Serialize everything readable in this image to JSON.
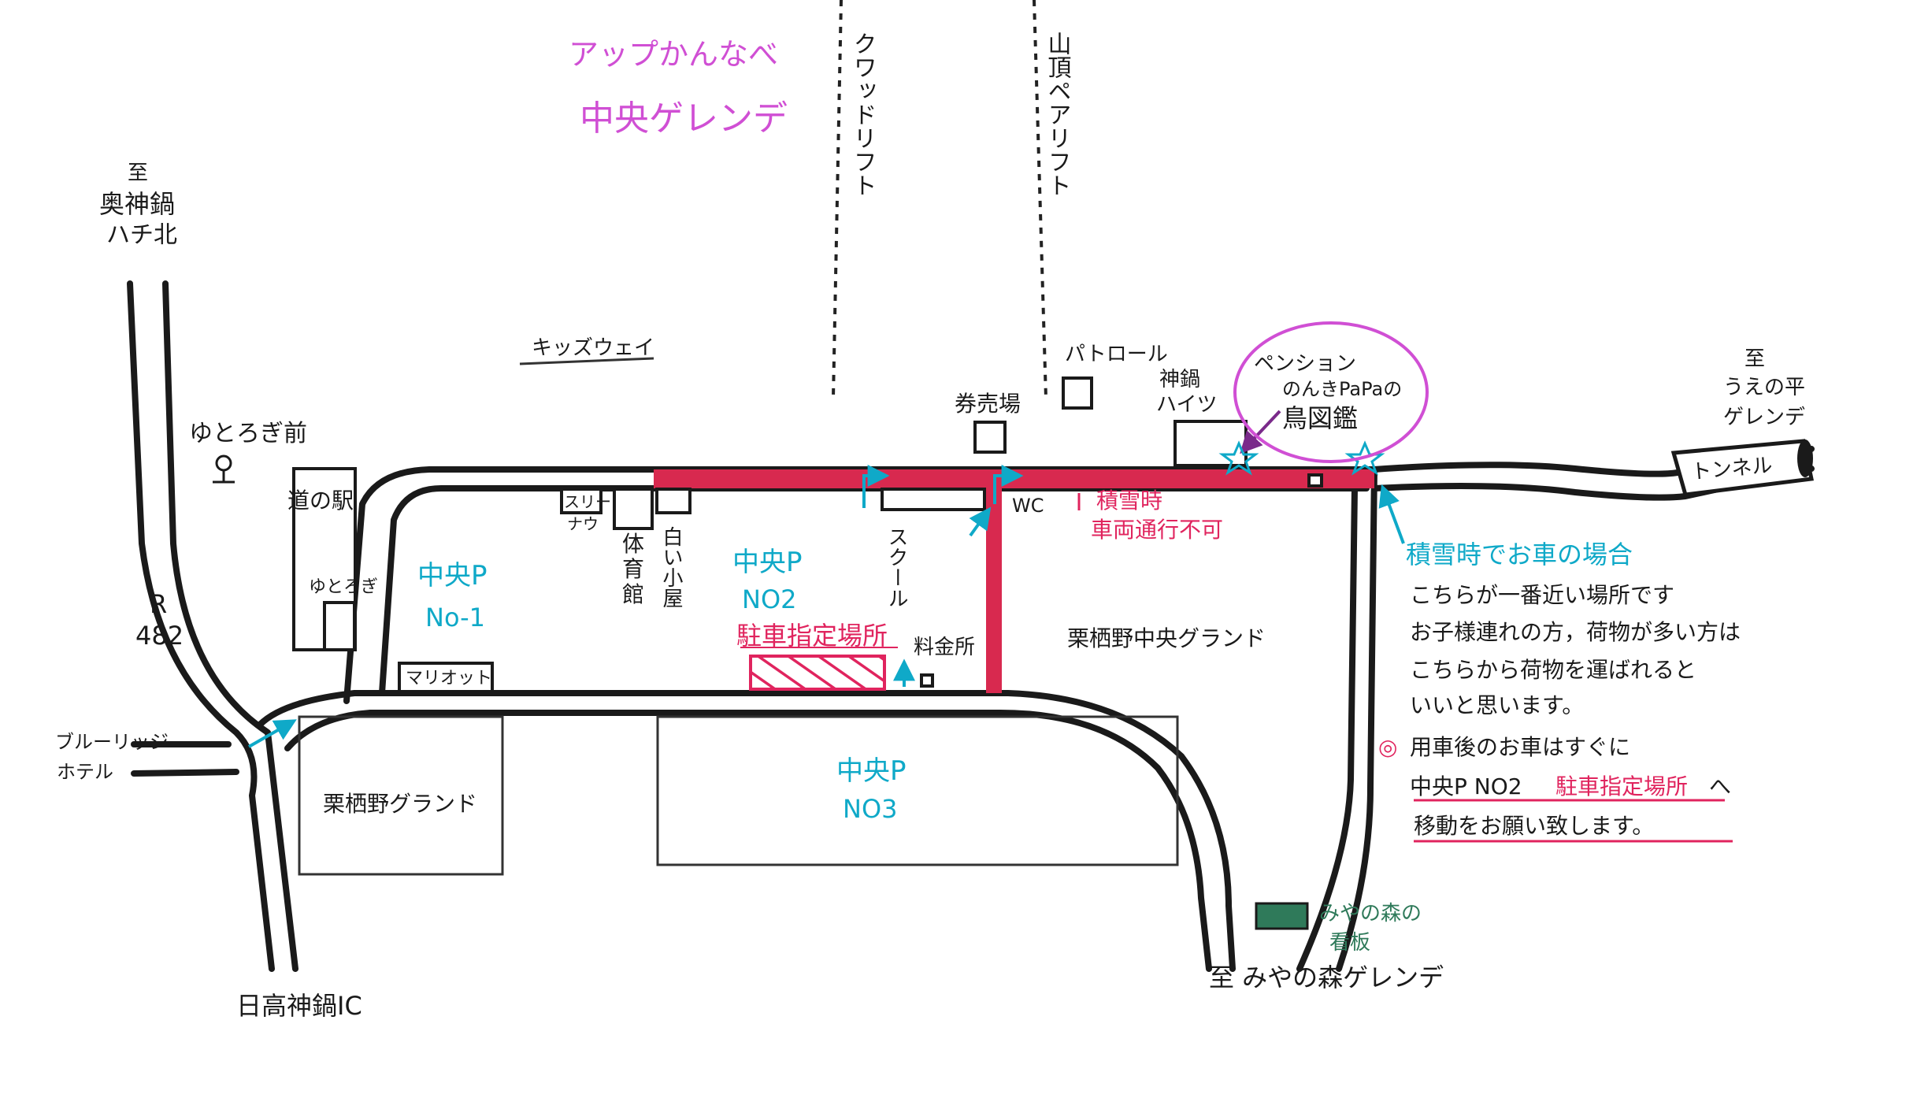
{
  "area": {
    "line1": "アップかんなべ",
    "line2": "中央ゲレンデ"
  },
  "lifts": {
    "quad": "クワッドリフト",
    "pair": "山頂ペアリフト"
  },
  "directions": {
    "north_mark": "至",
    "north_line1": "奥神鍋",
    "north_line2": "ハチ北",
    "east_line1": "至",
    "east_line2": "うえの平",
    "east_line3": "ゲレンデ",
    "south": "至 みやの森ゲレンデ",
    "interchange": "日高神鍋IC",
    "route": "R",
    "route_num": "482"
  },
  "places": {
    "kidsway": "キッズウェイ",
    "patrol": "パトロール",
    "ticket": "券売場",
    "heights_line1": "神鍋",
    "heights_line2": "ハイツ",
    "yutorogi_mae": "ゆとろぎ前",
    "michinoeki": "道の駅",
    "yutorogi": "ゆとろぎ",
    "slee_line1": "スリー",
    "slee_line2": "ナウ",
    "gym_line1": "体",
    "gym_line2": "育",
    "gym_line3": "館",
    "shirokoya": "白い小屋",
    "school": "スクール",
    "wc": "WC",
    "fee": "料金所",
    "marriott": "マリオット",
    "blueridge_line1": "ブルーリッジ",
    "blueridge_line2": "ホテル",
    "kuriground": "栗栖野グランド",
    "central_ground": "栗栖野中央グランド",
    "tunnel": "トンネル",
    "miyanomori_line1": "みやの森の",
    "miyanomori_line2": "看板"
  },
  "parking": {
    "p1_line1": "中央P",
    "p1_line2": "No-1",
    "p2_line1": "中央P",
    "p2_line2": "NO2",
    "p3_line1": "中央P",
    "p3_line2": "NO3",
    "designated": "駐車指定場所"
  },
  "pension": {
    "line1": "ペンション",
    "line2": "のんきPaPaの",
    "line3": "鳥図鑑"
  },
  "notes": {
    "snow_line1": "積雪時",
    "snow_line2": "車両通行不可",
    "heading": "積雪時でお車の場合",
    "line1": "こちらが一番近い場所です",
    "line2": "お子様連れの方，荷物が多い方は",
    "line3": "こちらから荷物を運ばれると",
    "line4": "いいと思います。",
    "after_lead": "用車後のお車はすぐに",
    "after_p": "中央P NO2",
    "after_designated": "駐車指定場所",
    "after_he": "へ",
    "after_last": "移動をお願い致します。",
    "bullet": "◎"
  },
  "colors": {
    "ink": "#1a1a1a",
    "magenta": "#d04fd4",
    "cyan": "#0fa9c8",
    "red": "#e0245e",
    "road_red": "#d8294f",
    "purple": "#7a2a8a",
    "green": "#2f7a5a"
  }
}
